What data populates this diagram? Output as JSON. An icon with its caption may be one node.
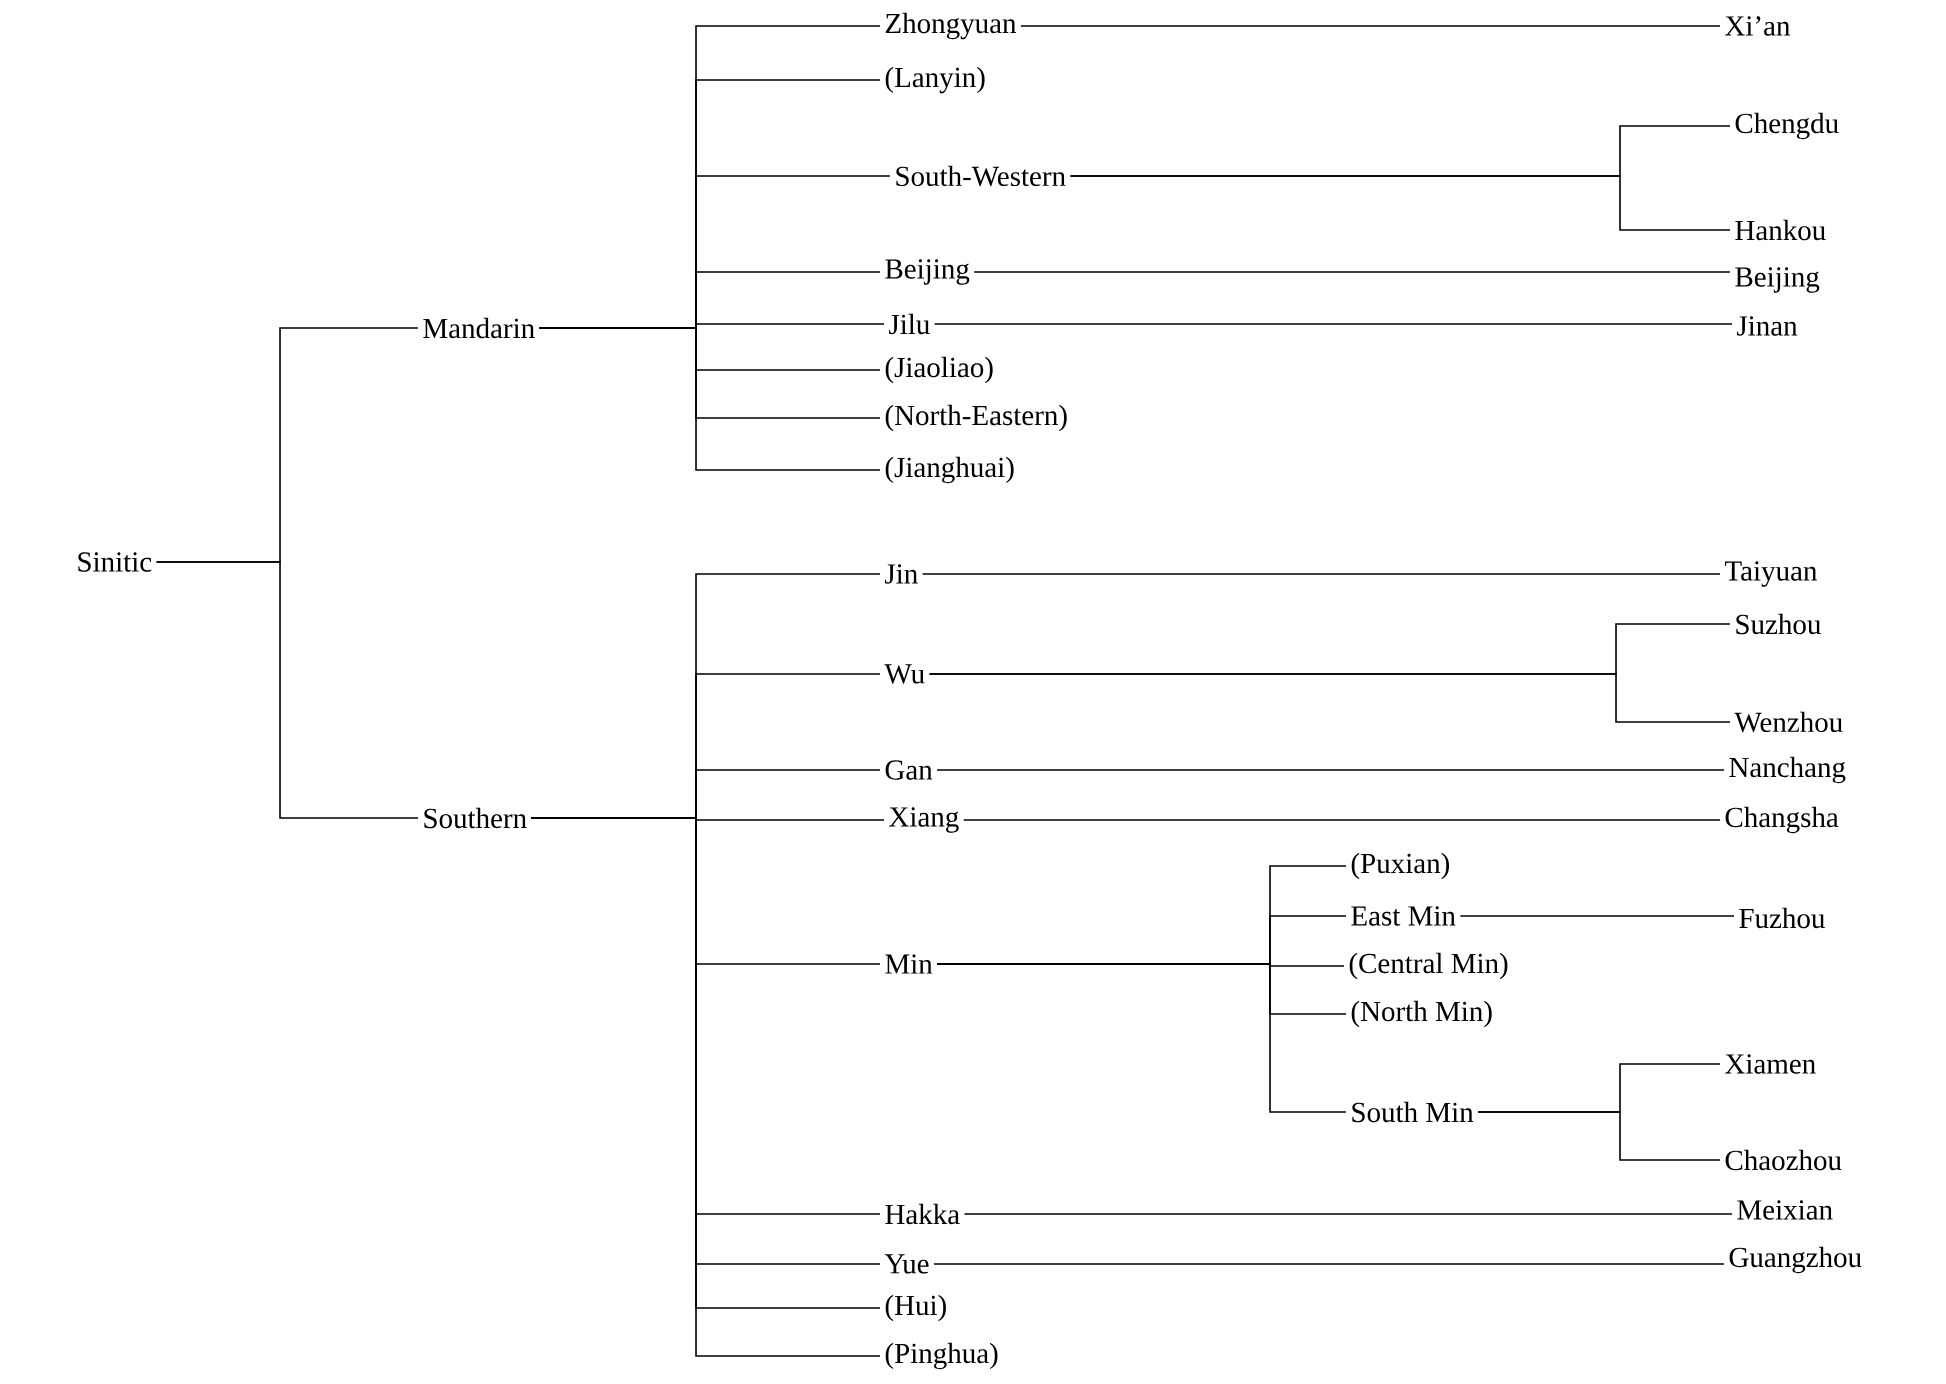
{
  "diagram": {
    "nodes": [
      {
        "text": [
          "Sinitic"
        ]
      },
      {
        "text": [
          "Mandarin"
        ]
      },
      {
        "text": [
          "Southern"
        ]
      },
      {
        "text": [
          "Zhongyuan"
        ]
      },
      {
        "text": [
          "(Lanyin)"
        ]
      },
      {
        "text": [
          "South-Western"
        ]
      },
      {
        "text": [
          "Beijing"
        ]
      },
      {
        "text": [
          "Jilu"
        ]
      },
      {
        "text": [
          "(Jiaoliao)"
        ]
      },
      {
        "text": [
          "(North-Eastern)"
        ]
      },
      {
        "text": [
          "(Jianghuai)"
        ]
      },
      {
        "text": [
          "Jin"
        ]
      },
      {
        "text": [
          "Wu"
        ]
      },
      {
        "text": [
          "Gan"
        ]
      },
      {
        "text": [
          "Xiang"
        ]
      },
      {
        "text": [
          "Min"
        ]
      },
      {
        "text": [
          "Hakka"
        ]
      },
      {
        "text": [
          "Yue"
        ]
      },
      {
        "text": [
          "(Hui)"
        ]
      },
      {
        "text": [
          "(Pinghua)"
        ]
      },
      {
        "text": [
          "Xi’an"
        ]
      },
      {
        "text": [
          "Chengdu"
        ]
      },
      {
        "text": [
          "Hankou"
        ]
      },
      {
        "text": [
          "Beijing"
        ]
      },
      {
        "text": [
          "Jinan"
        ]
      },
      {
        "text": [
          "Taiyuan"
        ]
      },
      {
        "text": [
          "Suzhou"
        ]
      },
      {
        "text": [
          "Wenzhou"
        ]
      },
      {
        "text": [
          "Nanchang"
        ]
      },
      {
        "text": [
          "Changsha"
        ]
      },
      {
        "text": [
          "(Puxian)"
        ]
      },
      {
        "text": [
          "East Min"
        ]
      },
      {
        "text": [
          "(Central Min)"
        ]
      },
      {
        "text": [
          "(North Min)"
        ]
      },
      {
        "text": [
          "South Min"
        ]
      },
      {
        "text": [
          "Fuzhou"
        ]
      },
      {
        "text": [
          "Xiamen"
        ]
      },
      {
        "text": [
          "Chaozhou"
        ]
      },
      {
        "text": [
          "Meixian"
        ]
      },
      {
        "text": [
          "Guangzhou"
        ]
      }
    ],
    "edges": [
      {
        "from": 0,
        "to": 1,
        "arrow": "none"
      },
      {
        "from": 0,
        "to": 2,
        "arrow": "none"
      },
      {
        "from": 1,
        "to": 3,
        "arrow": "none"
      },
      {
        "from": 1,
        "to": 4,
        "arrow": "none"
      },
      {
        "from": 1,
        "to": 5,
        "arrow": "none"
      },
      {
        "from": 1,
        "to": 6,
        "arrow": "none"
      },
      {
        "from": 1,
        "to": 7,
        "arrow": "none"
      },
      {
        "from": 1,
        "to": 8,
        "arrow": "none"
      },
      {
        "from": 1,
        "to": 9,
        "arrow": "none"
      },
      {
        "from": 1,
        "to": 10,
        "arrow": "none"
      },
      {
        "from": 2,
        "to": 11,
        "arrow": "none"
      },
      {
        "from": 2,
        "to": 12,
        "arrow": "none"
      },
      {
        "from": 2,
        "to": 13,
        "arrow": "none"
      },
      {
        "from": 2,
        "to": 14,
        "arrow": "none"
      },
      {
        "from": 2,
        "to": 15,
        "arrow": "none"
      },
      {
        "from": 2,
        "to": 16,
        "arrow": "none"
      },
      {
        "from": 2,
        "to": 17,
        "arrow": "none"
      },
      {
        "from": 2,
        "to": 18,
        "arrow": "none"
      },
      {
        "from": 2,
        "to": 19,
        "arrow": "none"
      },
      {
        "from": 3,
        "to": 20,
        "arrow": "none"
      },
      {
        "from": 5,
        "to": 21,
        "arrow": "none"
      },
      {
        "from": 5,
        "to": 22,
        "arrow": "none"
      },
      {
        "from": 6,
        "to": 23,
        "arrow": "none"
      },
      {
        "from": 7,
        "to": 24,
        "arrow": "none"
      },
      {
        "from": 11,
        "to": 25,
        "arrow": "none"
      },
      {
        "from": 12,
        "to": 26,
        "arrow": "none"
      },
      {
        "from": 12,
        "to": 27,
        "arrow": "none"
      },
      {
        "from": 13,
        "to": 28,
        "arrow": "none"
      },
      {
        "from": 14,
        "to": 29,
        "arrow": "none"
      },
      {
        "from": 15,
        "to": 30,
        "arrow": "none"
      },
      {
        "from": 15,
        "to": 31,
        "arrow": "none"
      },
      {
        "from": 15,
        "to": 32,
        "arrow": "none"
      },
      {
        "from": 15,
        "to": 33,
        "arrow": "none"
      },
      {
        "from": 15,
        "to": 34,
        "arrow": "none"
      },
      {
        "from": 31,
        "to": 35,
        "arrow": "none"
      },
      {
        "from": 34,
        "to": 36,
        "arrow": "none"
      },
      {
        "from": 34,
        "to": 37,
        "arrow": "none"
      },
      {
        "from": 16,
        "to": 38,
        "arrow": "none"
      },
      {
        "from": 17,
        "to": 39,
        "arrow": "none"
      }
    ]
  }
}
